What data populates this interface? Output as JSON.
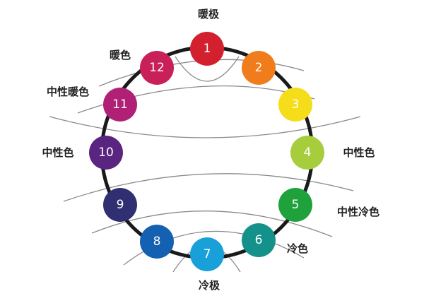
{
  "diagram": {
    "nodes": [
      {
        "label": "1",
        "color": "#d3202f"
      },
      {
        "label": "2",
        "color": "#f07c1c"
      },
      {
        "label": "3",
        "color": "#f6dd1a"
      },
      {
        "label": "4",
        "color": "#a6cd3c"
      },
      {
        "label": "5",
        "color": "#1fa23b"
      },
      {
        "label": "6",
        "color": "#14918b"
      },
      {
        "label": "7",
        "color": "#1aa0d9"
      },
      {
        "label": "8",
        "color": "#1461b2"
      },
      {
        "label": "9",
        "color": "#2f2f72"
      },
      {
        "label": "10",
        "color": "#5a2580"
      },
      {
        "label": "11",
        "color": "#b02176"
      },
      {
        "label": "12",
        "color": "#c9205a"
      }
    ],
    "labels": {
      "warm_pole": "暖极",
      "warm_color": "暖色",
      "neutral_warm": "中性暖色",
      "neutral_left": "中性色",
      "neutral_right": "中性色",
      "neutral_cool": "中性冷色",
      "cool_color": "冷色",
      "cool_pole": "冷极"
    },
    "ring_color": "#1a1a1a",
    "line_color": "#8a8a8a"
  }
}
